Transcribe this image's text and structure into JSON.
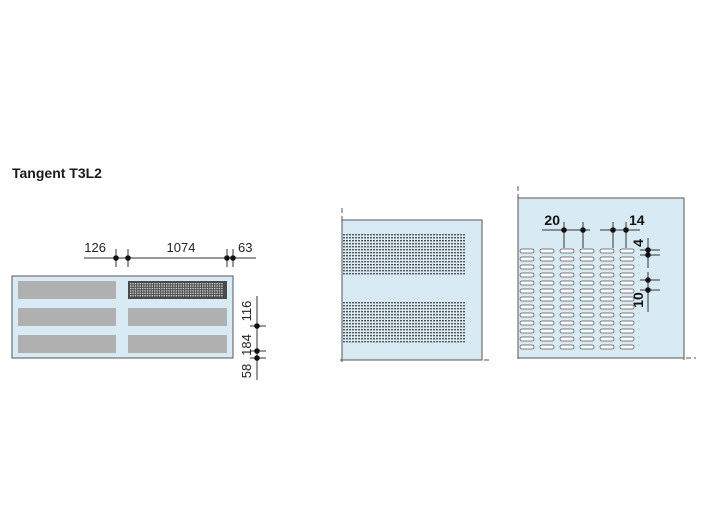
{
  "title": "Tangent T3L2",
  "dimensions": {
    "d126": "126",
    "d1074": "1074",
    "d63": "63",
    "d116": "116",
    "d184": "184",
    "d58": "58"
  },
  "detail_dimensions": {
    "d20": "20",
    "d14": "14",
    "d4": "4",
    "d10": "10"
  },
  "colors": {
    "panel_fill": "#d8ebf5",
    "insert_fill": "#b0b0b0",
    "slot_fill": "#ffffff",
    "line": "#333333"
  }
}
